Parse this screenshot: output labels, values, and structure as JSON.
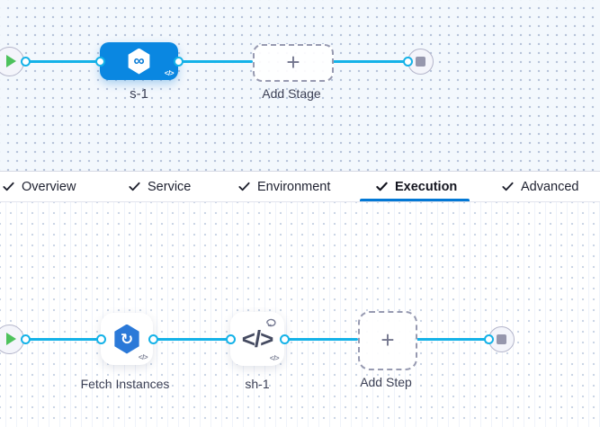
{
  "stage_canvas": {
    "stage_label": "s-1",
    "add_stage_label": "Add Stage"
  },
  "tabs": [
    {
      "label": "Overview",
      "checked": true,
      "active": false
    },
    {
      "label": "Service",
      "checked": true,
      "active": false
    },
    {
      "label": "Environment",
      "checked": true,
      "active": false
    },
    {
      "label": "Execution",
      "checked": true,
      "active": true
    },
    {
      "label": "Advanced",
      "checked": true,
      "active": false
    }
  ],
  "execution_canvas": {
    "step1_label": "Fetch Instances",
    "step2_label": "sh-1",
    "add_step_label": "Add Step"
  },
  "glyphs": {
    "plus": "+",
    "code": "</>",
    "infinity": "∞",
    "refresh": "↻"
  },
  "colors": {
    "connector_blue": "#14b2e8",
    "stage_blue": "#0a87e1",
    "accent_blue": "#0278d5",
    "play_green": "#4dc25c",
    "terminal_gray": "#9697ad"
  }
}
